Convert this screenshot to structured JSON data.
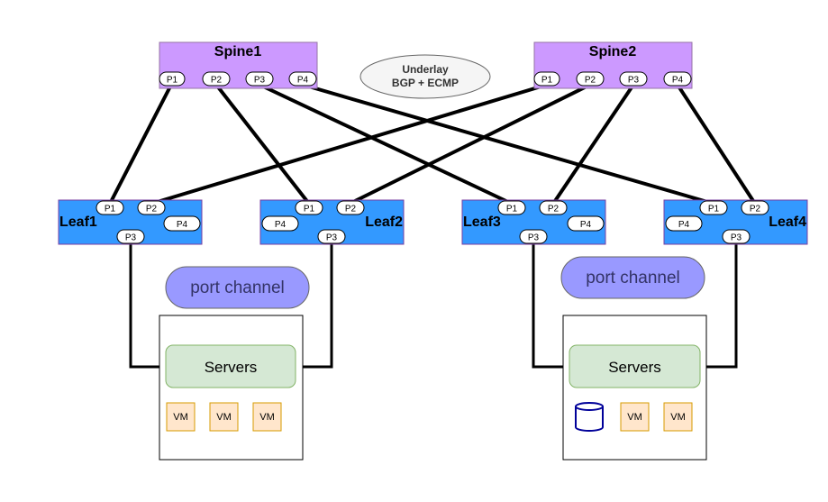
{
  "spines": [
    {
      "label": "Spine1",
      "ports": [
        "P1",
        "P2",
        "P3",
        "P4"
      ]
    },
    {
      "label": "Spine2",
      "ports": [
        "P1",
        "P2",
        "P3",
        "P4"
      ]
    }
  ],
  "underlay": {
    "line1": "Underlay",
    "line2": "BGP + ECMP"
  },
  "leaves": [
    {
      "label": "Leaf1",
      "ports": [
        "P1",
        "P2",
        "P4",
        "P3"
      ]
    },
    {
      "label": "Leaf2",
      "ports": [
        "P1",
        "P2",
        "P4",
        "P3"
      ]
    },
    {
      "label": "Leaf3",
      "ports": [
        "P1",
        "P2",
        "P4",
        "P3"
      ]
    },
    {
      "label": "Leaf4",
      "ports": [
        "P1",
        "P2",
        "P4",
        "P3"
      ]
    }
  ],
  "port_channels": [
    "port channel",
    "port channel"
  ],
  "server_groups": [
    {
      "label": "Servers",
      "items": [
        "VM",
        "VM",
        "VM"
      ]
    },
    {
      "label": "Servers",
      "items": [
        "VM",
        "VM"
      ],
      "has_database_icon": true
    }
  ],
  "colors": {
    "spine_fill": "#cc99ff",
    "spine_stroke": "#9673a6",
    "leaf_fill": "#3399ff",
    "leaf_stroke": "#7a3fa0",
    "port_channel_fill": "#9999ff",
    "servers_fill": "#d5e8d4",
    "servers_stroke": "#82b366",
    "vm_fill": "#ffe6cc",
    "vm_stroke": "#d79b00",
    "database_stroke": "#000099",
    "underlay_fill": "#f5f5f5"
  }
}
